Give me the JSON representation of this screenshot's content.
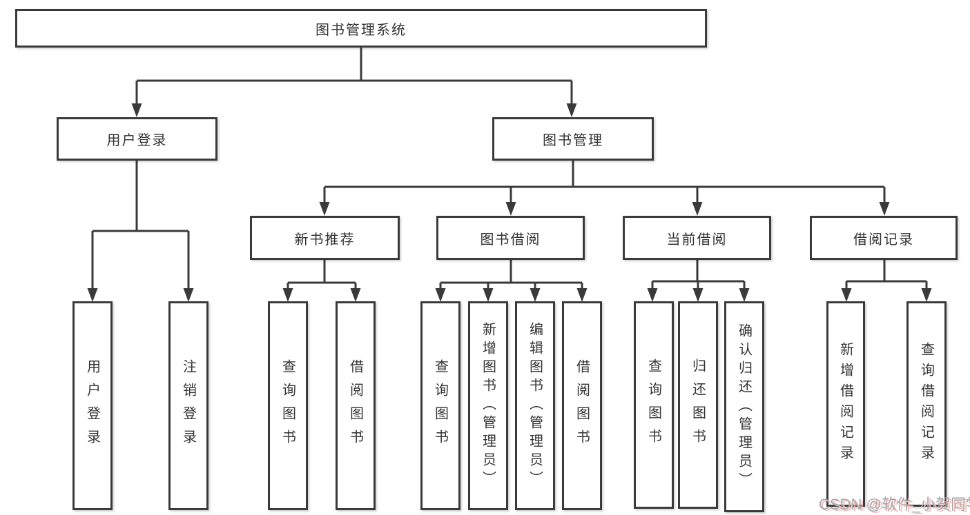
{
  "diagram": {
    "root": "图书管理系统",
    "level2": [
      {
        "label": "用户登录"
      },
      {
        "label": "图书管理"
      }
    ],
    "level3": [
      {
        "label": "新书推荐"
      },
      {
        "label": "图书借阅"
      },
      {
        "label": "当前借阅"
      },
      {
        "label": "借阅记录"
      }
    ],
    "leaves": {
      "login": [
        "用户登录",
        "注销登录"
      ],
      "recommend": [
        "查询图书",
        "借阅图书"
      ],
      "borrow": [
        "查询图书",
        "新增图书（管理员）",
        "编辑图书（管理员）",
        "借阅图书"
      ],
      "current": [
        "查询图书",
        "归还图书",
        "确认归还（管理员）"
      ],
      "records": [
        "新增借阅记录",
        "查询借阅记录"
      ]
    }
  },
  "colors": {
    "line": "#3a3a3a",
    "text": "#333333",
    "watermark_gray": "#a8a8a8",
    "watermark_pink": "#f6bcbc"
  },
  "watermark": "CSDN @软件_小贺同学"
}
